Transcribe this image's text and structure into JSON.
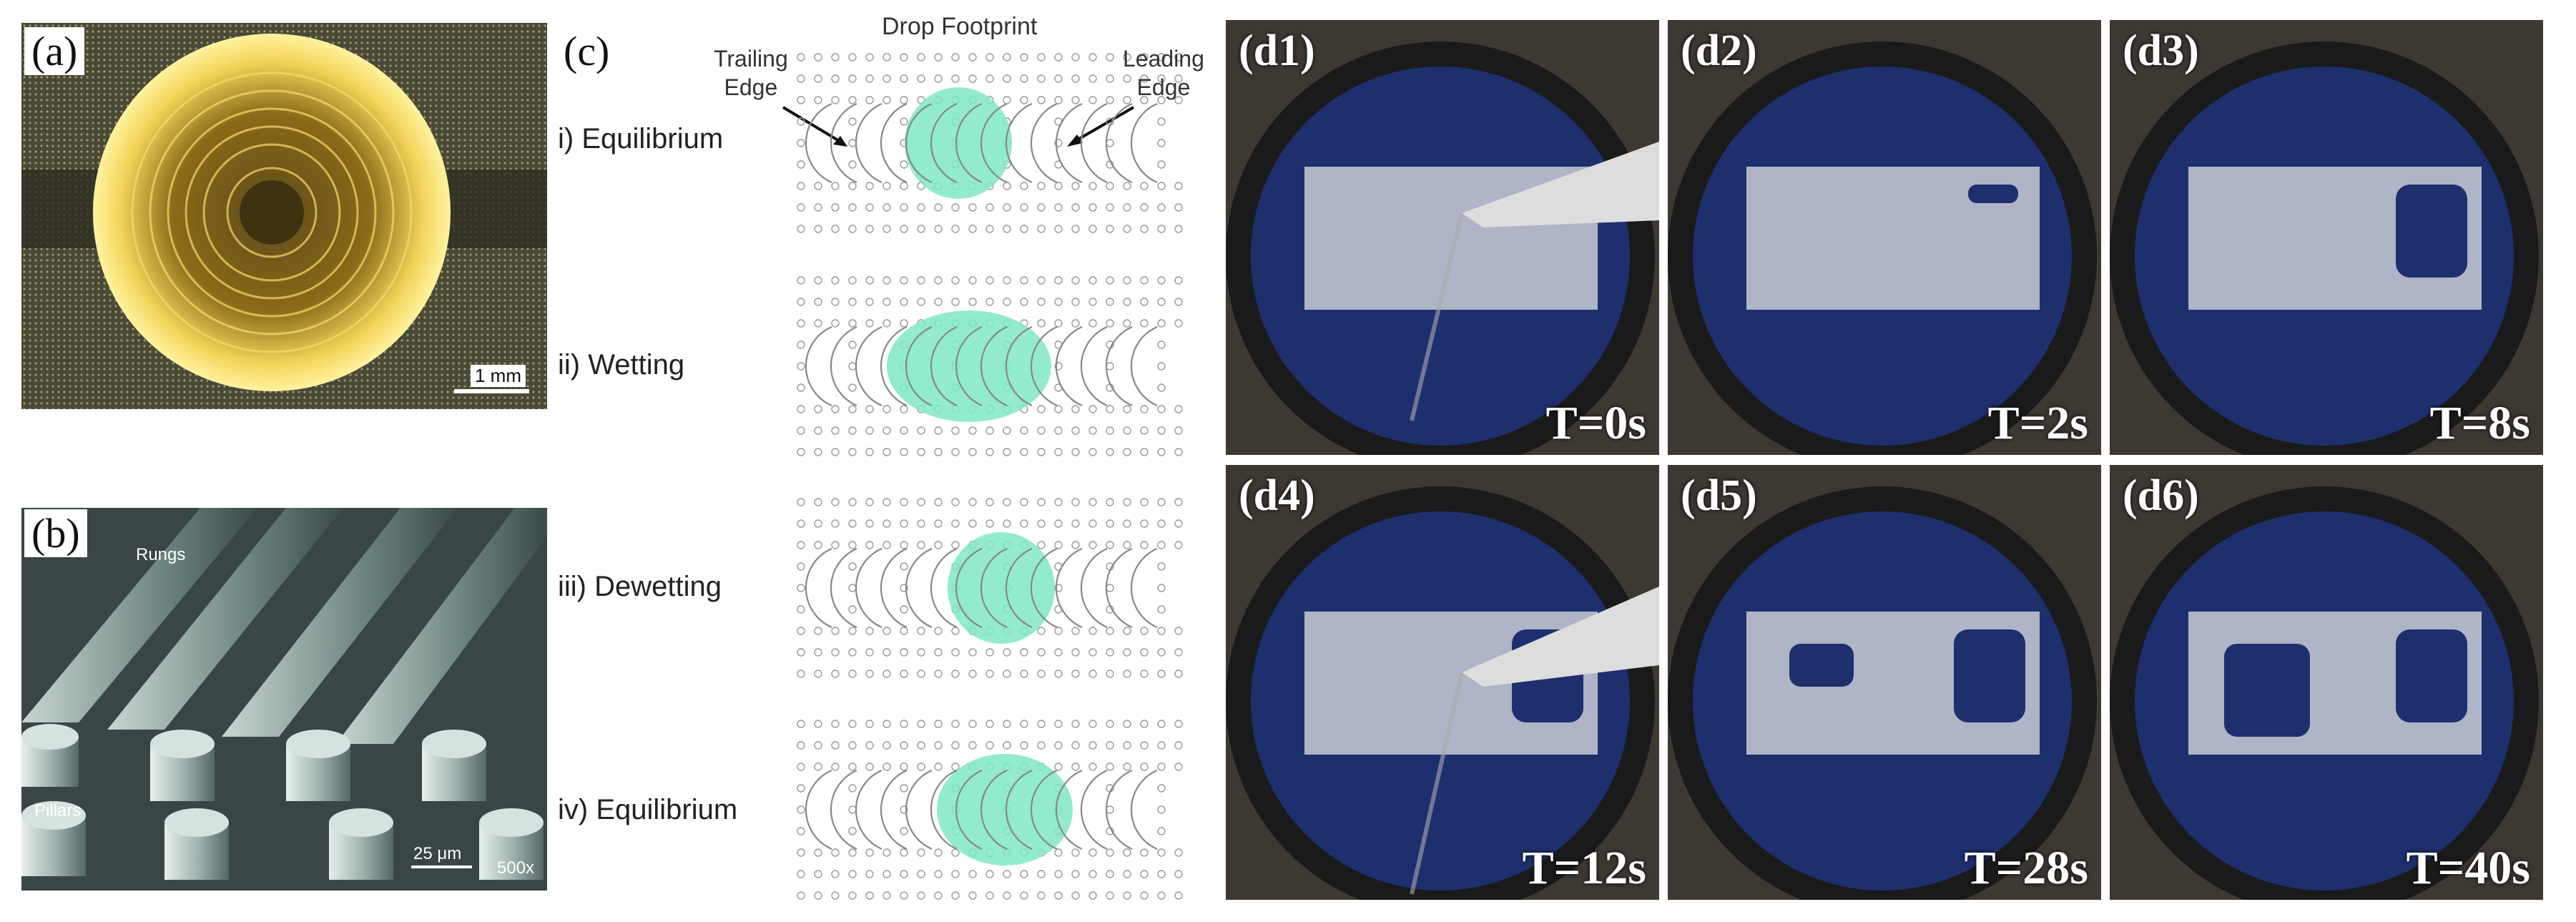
{
  "panel_a": {
    "label": "(a)",
    "scalebar": "1 mm"
  },
  "panel_b": {
    "label": "(b)",
    "rungs": "Rungs",
    "pillars": "Pillars",
    "scalebar": "25 μm",
    "mag": "500x"
  },
  "panel_c": {
    "label": "(c)",
    "drop_footprint": "Drop Footprint",
    "trailing_edge": [
      "Trailing",
      "Edge"
    ],
    "leading_edge": [
      "Leading",
      "Edge"
    ],
    "rows": [
      "i) Equilibrium",
      "ii) Wetting",
      "iii) Dewetting",
      "iv) Equilibrium"
    ]
  },
  "panel_d": [
    {
      "label": "(d1)",
      "time": "T=0s"
    },
    {
      "label": "(d2)",
      "time": "T=2s"
    },
    {
      "label": "(d3)",
      "time": "T=8s"
    },
    {
      "label": "(d4)",
      "time": "T=12s"
    },
    {
      "label": "(d5)",
      "time": "T=28s"
    },
    {
      "label": "(d6)",
      "time": "T=40s"
    }
  ],
  "colors": {
    "drop": "#7fe7c4",
    "sample_blue": "#1e2f6e",
    "gold": "#d8b43a"
  }
}
